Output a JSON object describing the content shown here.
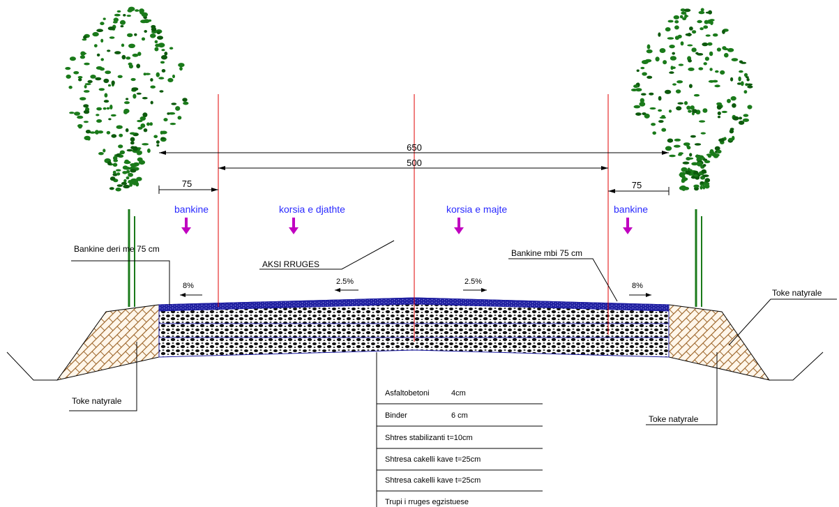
{
  "colors": {
    "background": "#ffffff",
    "axis_lines": "#e00000",
    "lane_labels": "#2a2aff",
    "arrows": "#c000c0",
    "trees": "#1a7a1a",
    "asphalt": "#1a1aa0",
    "soil": "#b07840",
    "outline": "#000000"
  },
  "dimensions": {
    "total_width": "650",
    "carriageway_width": "500",
    "left_shoulder_width": "75",
    "right_shoulder_width": "75"
  },
  "zones": {
    "left_shoulder": "bankine",
    "right_lane": "korsia e djathte",
    "left_lane": "korsia e majte",
    "right_shoulder": "bankine"
  },
  "axis_label": "AKSI  RRUGES",
  "callouts": {
    "left_shoulder_note": "Bankine  deri me 75 cm",
    "right_shoulder_note": "Bankine mbi 75 cm",
    "natural_soil_left": "Toke natyrale",
    "natural_soil_right_top": "Toke natyrale",
    "natural_soil_right_bottom": "Toke natyrale"
  },
  "slopes": {
    "left_shoulder": "8%",
    "left_lane": "2.5%",
    "right_lane": "2.5%",
    "right_shoulder": "8%"
  },
  "layers": [
    {
      "name": "Asfaltobetoni",
      "thickness": "4cm"
    },
    {
      "name": "Binder",
      "thickness": "6 cm"
    },
    {
      "name": "Shtres stabilizanti t=10cm",
      "thickness": ""
    },
    {
      "name": "Shtresa cakelli kave t=25cm",
      "thickness": ""
    },
    {
      "name": "Shtresa cakelli kave t=25cm",
      "thickness": ""
    },
    {
      "name": "Trupi i rruges egzistuese",
      "thickness": ""
    }
  ]
}
